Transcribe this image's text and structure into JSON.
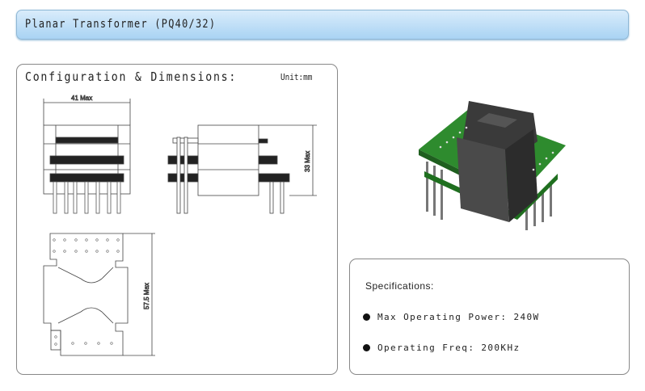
{
  "header": {
    "title": "Planar Transformer (PQ40/32)"
  },
  "config": {
    "title": "Configuration & Dimensions:",
    "unit": "Unit:mm",
    "dims": {
      "width": "41 Max",
      "height": "33 Max",
      "length": "57.5 Max"
    }
  },
  "specs": {
    "title": "Specifications:",
    "items": [
      {
        "label": "Max Operating Power: 240W"
      },
      {
        "label": "Operating Freq: 200KHz"
      }
    ]
  }
}
